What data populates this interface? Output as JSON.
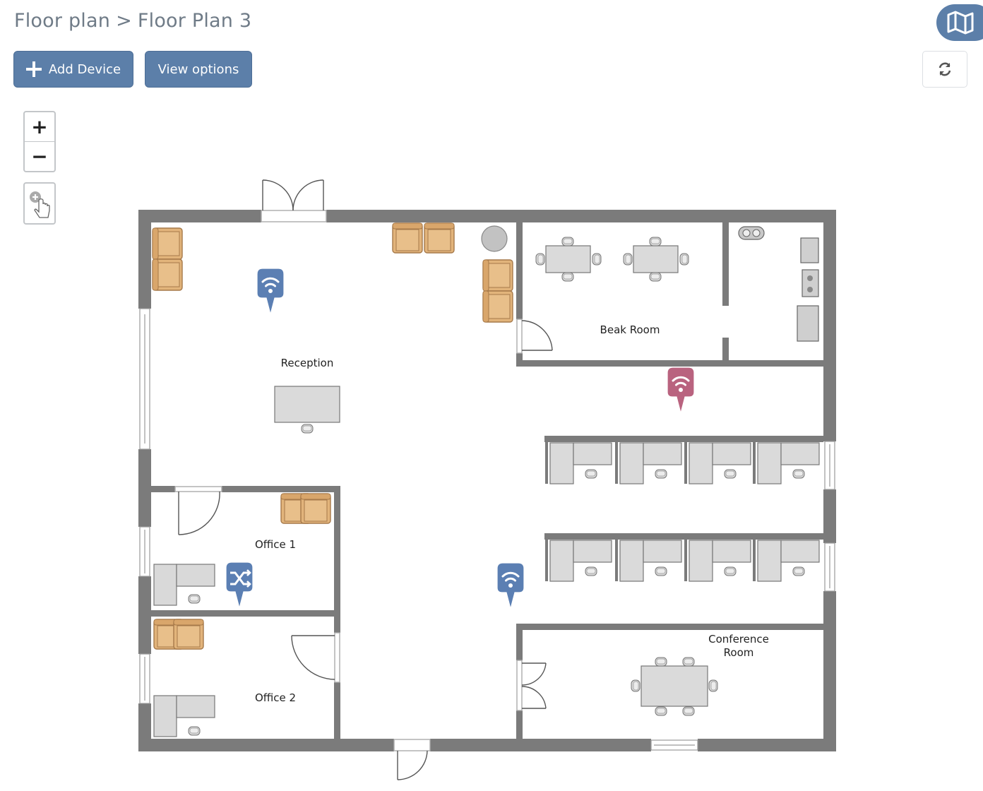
{
  "breadcrumb": {
    "root": "Floor plan",
    "separator": ">",
    "current": "Floor Plan 3"
  },
  "toolbar": {
    "add_device_label": "Add Device",
    "view_options_label": "View options"
  },
  "icons": {
    "map": "map-icon",
    "refresh": "refresh-icon",
    "add": "plus-icon",
    "select_tool": "pointer-zoom-icon"
  },
  "zoom": {
    "in_label": "+",
    "out_label": "−"
  },
  "rooms": {
    "reception": "Reception",
    "break_room": "Beak Room",
    "office1": "Office 1",
    "office2": "Office 2",
    "conference_line1": "Conference",
    "conference_line2": "Room"
  },
  "devices": [
    {
      "type": "wifi",
      "status": "normal",
      "color": "#5b7fb3"
    },
    {
      "type": "wifi",
      "status": "alert",
      "color": "#b9637f"
    },
    {
      "type": "switch",
      "status": "normal",
      "color": "#5b7fb3"
    },
    {
      "type": "wifi",
      "status": "normal",
      "color": "#5b7fb3"
    }
  ],
  "colors": {
    "primary": "#5c7fa9",
    "alert": "#b9637f",
    "wall": "#7b7b7b",
    "furniture_sofa": "#e2b47b"
  }
}
